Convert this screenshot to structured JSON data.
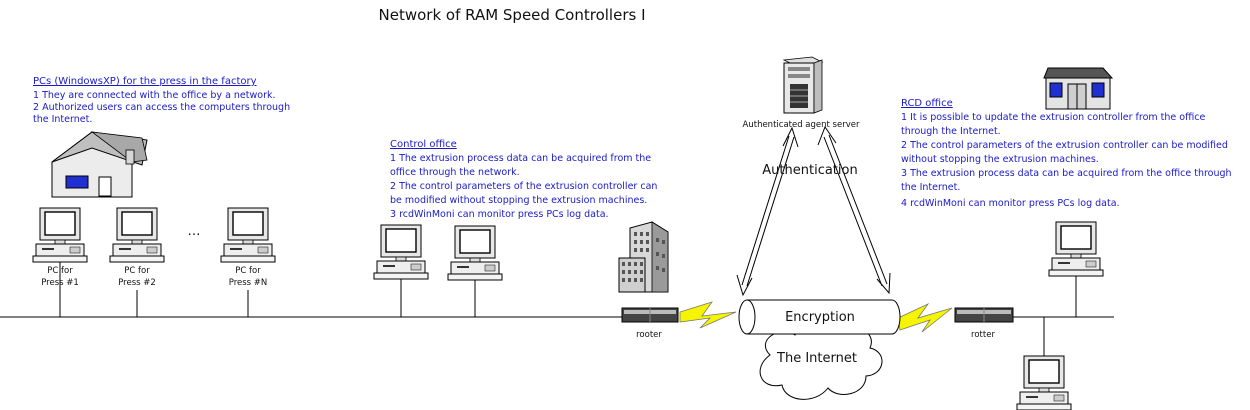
{
  "title": "Network of RAM Speed Controllers I",
  "factory": {
    "heading": "PCs (WindowsXP) for the press in the factory",
    "lines": [
      "1 They are connected with the office by a network.",
      "2 Authorized users can access the computers through",
      "the Internet."
    ],
    "pcs": [
      {
        "line1": "PC for",
        "line2": "Press #1"
      },
      {
        "line1": "PC for",
        "line2": "Press #2"
      },
      {
        "line1": "PC for",
        "line2": "Press #N"
      }
    ],
    "ellipsis": "…"
  },
  "control_office": {
    "heading": "Control office",
    "lines": [
      "1 The extrusion process data can be acquired from the",
      "office through the network.",
      "2 The control parameters of the extrusion controller can",
      "be modified without stopping the extrusion machines.",
      "3 rcdWinMoni can monitor press PCs log data."
    ]
  },
  "rcd_office": {
    "heading": "RCD office",
    "lines": [
      "1 It is possible to update the extrusion controller from the office",
      "through the Internet.",
      "2  The control parameters of the extrusion controller can be modified",
      "without stopping the extrusion machines.",
      "3 The extrusion process data can be acquired from the office through",
      "the Internet.",
      "4 rcdWinMoni can monitor press PCs log data."
    ]
  },
  "server_label": "Authenticated agent server",
  "authentication_label": "Authentication",
  "encryption_label": "Encryption",
  "internet_label": "The Internet",
  "router_left_label": "rooter",
  "router_right_label": "rotter",
  "colors": {
    "text_blue": "#1a1ac8",
    "bolt_yellow": "#f5f500",
    "house_window": "#2030d0"
  }
}
